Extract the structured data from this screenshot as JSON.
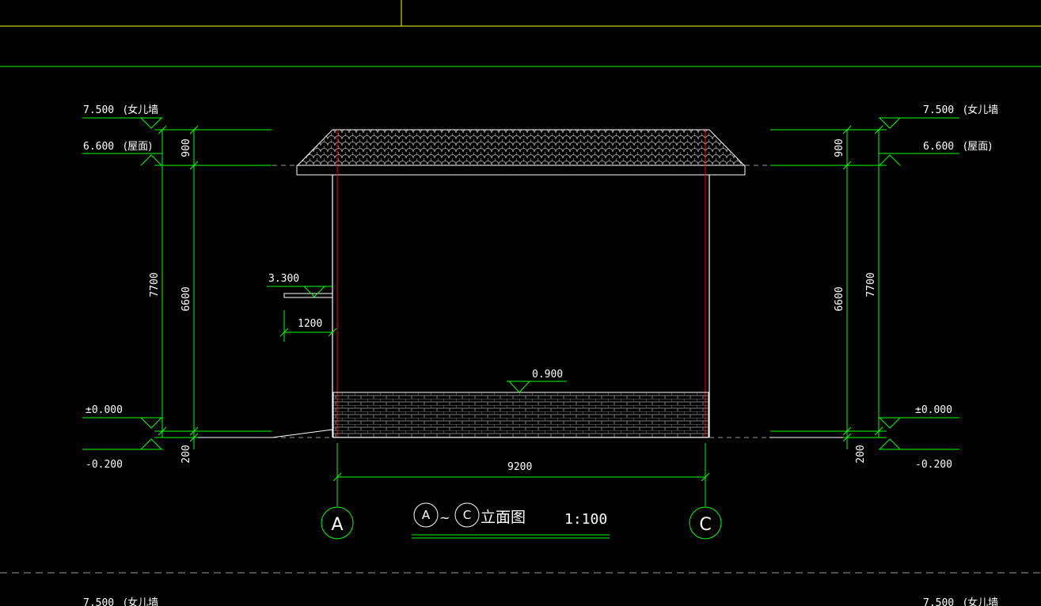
{
  "drawing": {
    "title": "立面图",
    "title_from": "A",
    "title_to": "C",
    "title_sep": "~",
    "scale": "1:100"
  },
  "axes": {
    "left": "A",
    "right": "C"
  },
  "levels": {
    "parapet": "7.500",
    "parapet_note": "(女儿墙",
    "roof": "6.600",
    "roof_note": "(屋面)",
    "ground": "±0.000",
    "grade": "-0.200",
    "canopy": "3.300",
    "plinth": "0.900"
  },
  "dimensions": {
    "overall": "7700",
    "height": "6600",
    "parapet_h": "900",
    "base": "200",
    "width": "9200",
    "canopy": "1200"
  },
  "colors": {
    "background": "#000000",
    "green": "#00ff00",
    "white": "#ffffff",
    "red": "#ff0000",
    "yellow": "#ffff00",
    "gray": "#9a9a9a"
  }
}
